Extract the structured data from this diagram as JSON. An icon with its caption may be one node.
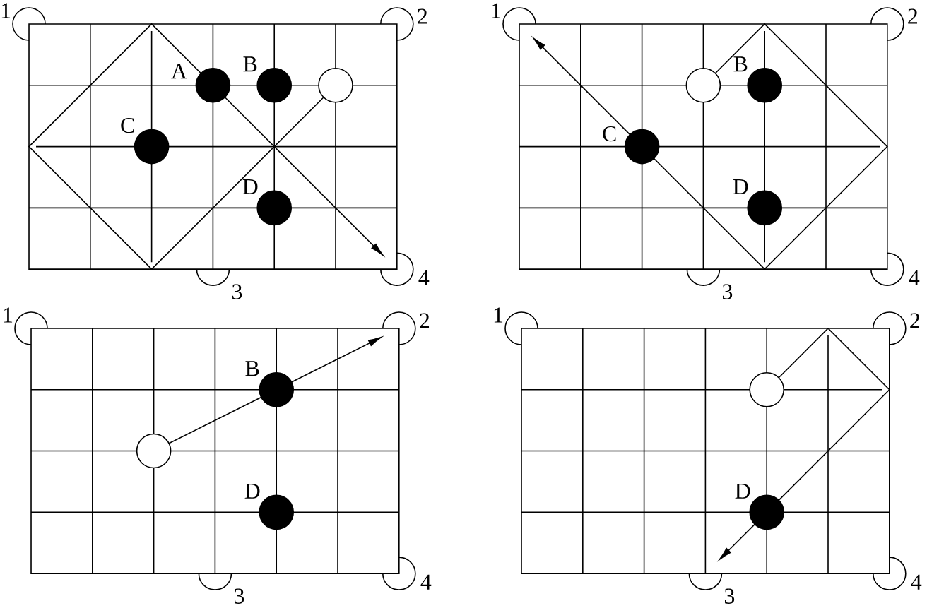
{
  "diagram": {
    "nodes": [
      {
        "text": [],
        "shape": "grid"
      },
      {
        "text": [],
        "shape": "arc",
        "beside": [
          "1"
        ]
      },
      {
        "text": [],
        "shape": "arc",
        "beside": [
          "2"
        ]
      },
      {
        "text": [],
        "shape": "dot",
        "beside": [
          "A"
        ],
        "in": 0
      },
      {
        "text": [],
        "shape": "dot",
        "beside": [
          "B"
        ],
        "in": 0
      },
      {
        "text": [],
        "shape": "circle",
        "in": 0
      },
      {
        "text": [],
        "shape": "dot",
        "beside": [
          "C"
        ],
        "in": 0
      },
      {
        "text": [],
        "shape": "dot",
        "beside": [
          "D"
        ],
        "in": 0
      },
      {
        "text": [],
        "shape": "arc",
        "beside": [
          "3"
        ]
      },
      {
        "text": [],
        "shape": "arc",
        "beside": [
          "4"
        ]
      },
      {
        "text": [],
        "shape": "grid"
      },
      {
        "text": [],
        "shape": "arc",
        "beside": [
          "1"
        ]
      },
      {
        "text": [],
        "shape": "arc",
        "beside": [
          "2"
        ]
      },
      {
        "text": [],
        "shape": "circle",
        "in": 10
      },
      {
        "text": [],
        "shape": "dot",
        "beside": [
          "B"
        ],
        "in": 10
      },
      {
        "text": [],
        "shape": "dot",
        "beside": [
          "C"
        ],
        "in": 10
      },
      {
        "text": [],
        "shape": "dot",
        "beside": [
          "D"
        ],
        "in": 10
      },
      {
        "text": [],
        "shape": "arc",
        "beside": [
          "3"
        ]
      },
      {
        "text": [],
        "shape": "arc",
        "beside": [
          "4"
        ]
      },
      {
        "text": [],
        "shape": "grid"
      },
      {
        "text": [],
        "shape": "arc",
        "beside": [
          "1"
        ]
      },
      {
        "text": [],
        "shape": "arc",
        "beside": [
          "2"
        ]
      },
      {
        "text": [],
        "shape": "dot",
        "beside": [
          "B"
        ],
        "in": 19
      },
      {
        "text": [],
        "shape": "circle",
        "in": 19
      },
      {
        "text": [],
        "shape": "dot",
        "beside": [
          "D"
        ],
        "in": 19
      },
      {
        "text": [],
        "shape": "arc",
        "beside": [
          "3"
        ]
      },
      {
        "text": [],
        "shape": "arc",
        "beside": [
          "4"
        ]
      },
      {
        "text": [],
        "shape": "grid"
      },
      {
        "text": [],
        "shape": "arc",
        "beside": [
          "1"
        ]
      },
      {
        "text": [],
        "shape": "arc",
        "beside": [
          "2"
        ]
      },
      {
        "text": [],
        "shape": "circle",
        "in": 27
      },
      {
        "text": [],
        "shape": "dot",
        "beside": [
          "D"
        ],
        "in": 27
      },
      {
        "text": [],
        "shape": "arc",
        "beside": [
          "3"
        ]
      },
      {
        "text": [],
        "shape": "arc",
        "beside": [
          "4"
        ]
      }
    ],
    "edges": [
      {
        "from": 5,
        "to": 3,
        "arrow": "none"
      },
      {
        "from": 3,
        "to": 9,
        "arrow": "to"
      },
      {
        "from": 13,
        "to": 15,
        "arrow": "none"
      },
      {
        "from": 15,
        "to": 11,
        "arrow": "to"
      },
      {
        "from": 23,
        "to": 22,
        "arrow": "none"
      },
      {
        "from": 22,
        "to": 21,
        "arrow": "to"
      },
      {
        "from": 30,
        "to": 31,
        "arrow": "none"
      },
      {
        "from": 31,
        "to": 32,
        "arrow": "to"
      }
    ]
  }
}
